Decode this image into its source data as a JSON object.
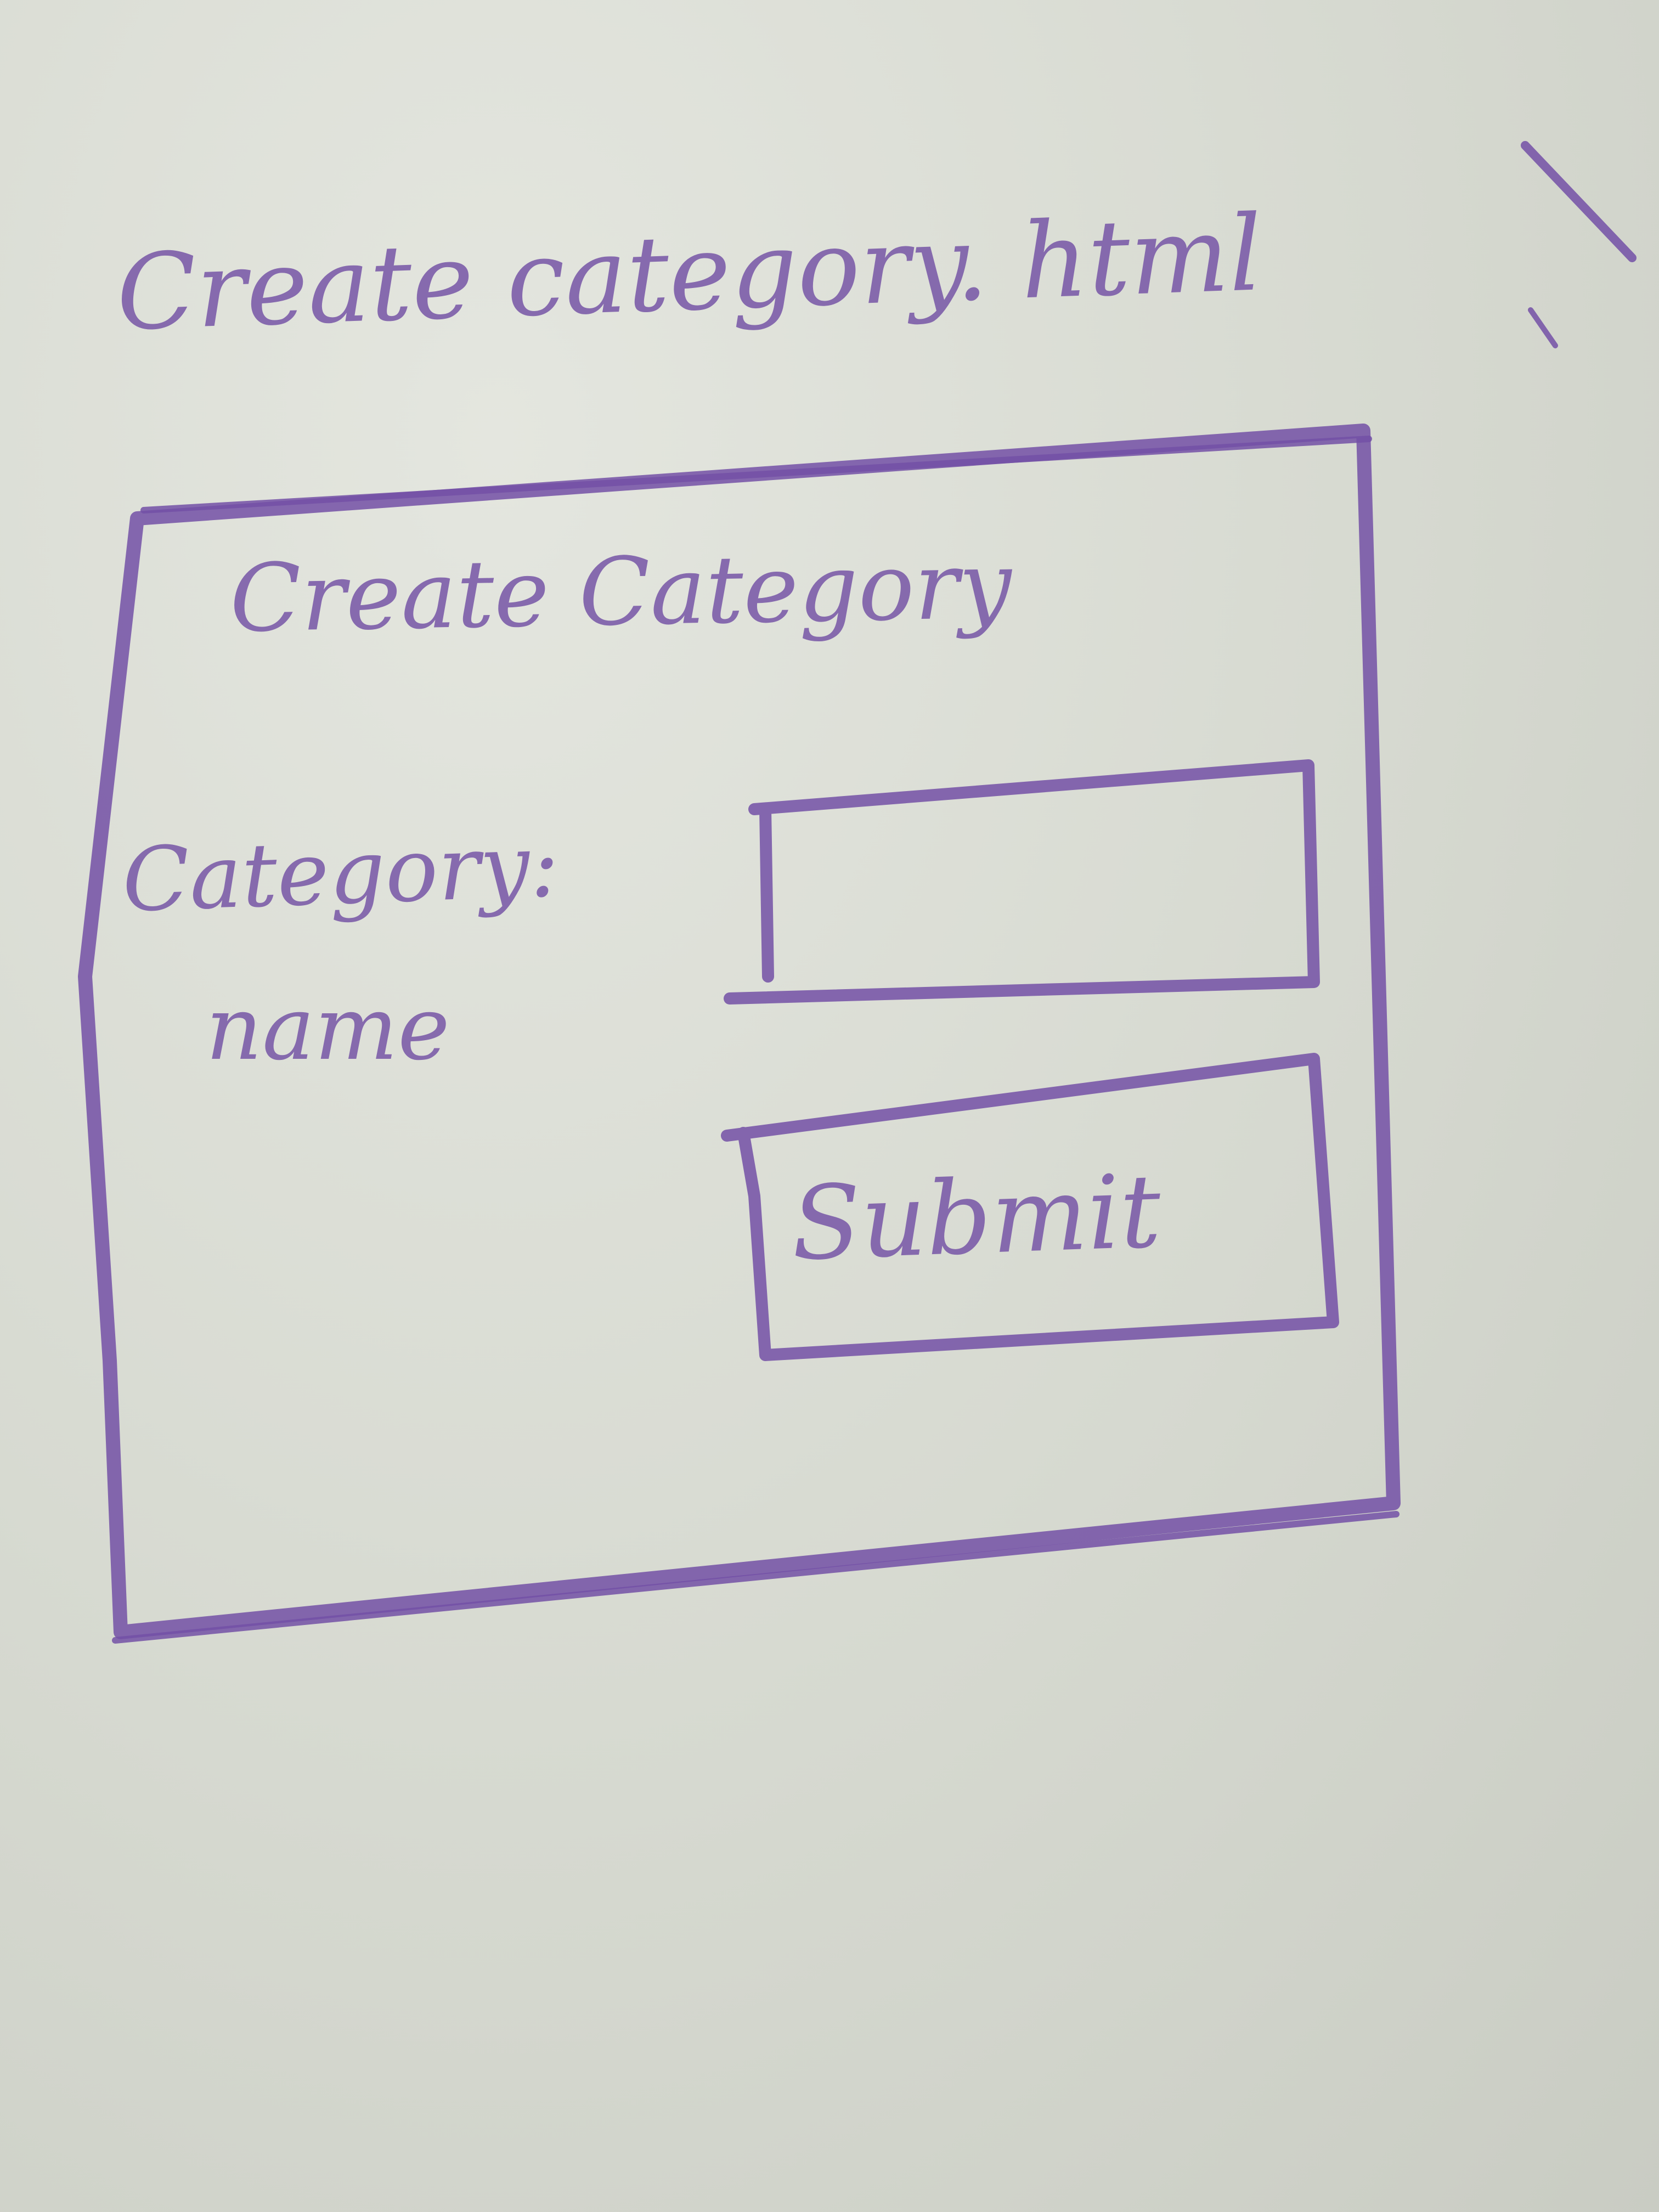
{
  "page": {
    "filename": "Create category. html"
  },
  "form": {
    "heading": "Create Category",
    "field_label_line1": "Category:",
    "field_label_line2": "name",
    "input_value": "",
    "submit_label": "Submit"
  },
  "colors": {
    "ink": "#7350a6",
    "paper": "#d9dcd4"
  }
}
